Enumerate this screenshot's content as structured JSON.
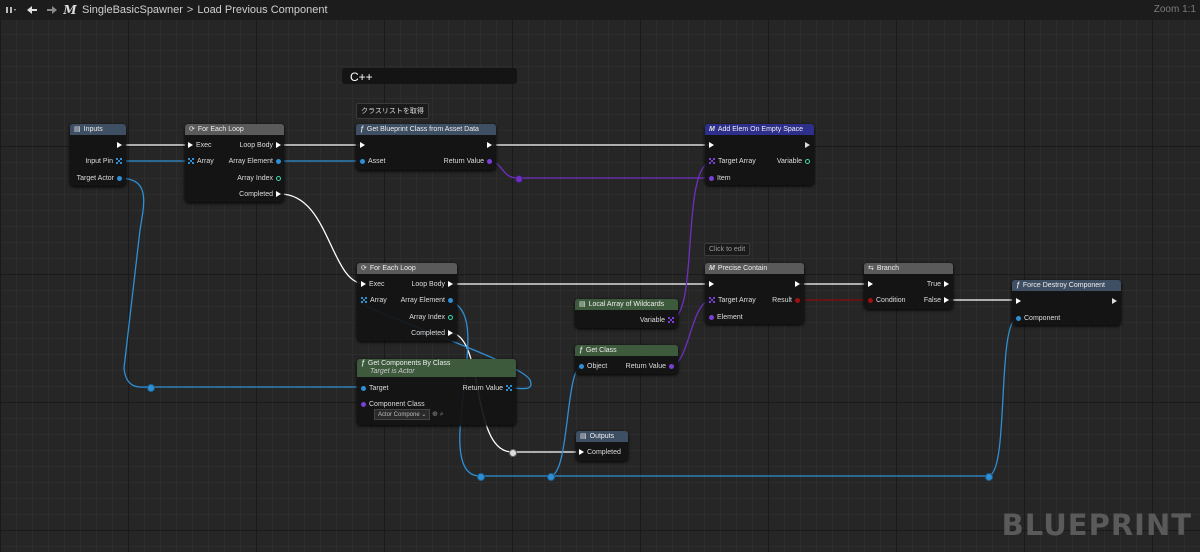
{
  "toolbar": {
    "graph_name": "SingleBasicSpawner",
    "separator": ">",
    "function_name": "Load Previous Component",
    "zoom": "Zoom 1:1"
  },
  "watermark": "BLUEPRINT",
  "comments": {
    "cpp": "C++",
    "class_list": "クラスリストを取得",
    "click_edit": "Click to edit"
  },
  "nodes": {
    "inputs": {
      "title": "Inputs",
      "input_pin": "Input Pin",
      "target_actor": "Target Actor"
    },
    "for_each_1": {
      "title": "For Each Loop",
      "exec": "Exec",
      "array": "Array",
      "loop_body": "Loop Body",
      "array_element": "Array Element",
      "array_index": "Array Index",
      "completed": "Completed"
    },
    "get_bp_class": {
      "title": "Get Blueprint Class from Asset Data",
      "asset": "Asset",
      "return_value": "Return Value"
    },
    "add_elem": {
      "title": "Add Elem On Empty Space",
      "target_array": "Target Array",
      "item": "Item",
      "variable": "Variable"
    },
    "for_each_2": {
      "title": "For Each Loop",
      "exec": "Exec",
      "array": "Array",
      "loop_body": "Loop Body",
      "array_element": "Array Element",
      "array_index": "Array Index",
      "completed": "Completed"
    },
    "local_array": {
      "title": "Local Array of Wildcards",
      "variable": "Variable"
    },
    "get_class": {
      "title": "Get Class",
      "object": "Object",
      "return_value": "Return Value"
    },
    "precise_contain": {
      "title": "Precise Contain",
      "target_array": "Target Array",
      "element": "Element",
      "result": "Result"
    },
    "branch": {
      "title": "Branch",
      "condition": "Condition",
      "true": "True",
      "false": "False"
    },
    "force_destroy": {
      "title": "Force Destroy Component",
      "component": "Component"
    },
    "get_components": {
      "title": "Get Components By Class",
      "subtitle": "Target is Actor",
      "target": "Target",
      "component_class": "Component Class",
      "class_value": "Actor Compone",
      "return_value": "Return Value"
    },
    "outputs": {
      "title": "Outputs",
      "completed": "Completed"
    }
  },
  "colors": {
    "exec_wire": "#ffffff",
    "object_wire": "#2f8fd4",
    "class_wire": "#6f2fc0",
    "bool_wire": "#8a0a0a",
    "function_header": "#3e4e63",
    "macro_header": "#2d2f8a",
    "loop_header": "#5a5a5a",
    "pure_header": "#3d5a3d"
  },
  "icons": {
    "back": "arrow-left-icon",
    "forward": "arrow-right-icon",
    "macro": "macro-m-icon",
    "function": "function-f-icon",
    "home": "graph-home-icon"
  }
}
